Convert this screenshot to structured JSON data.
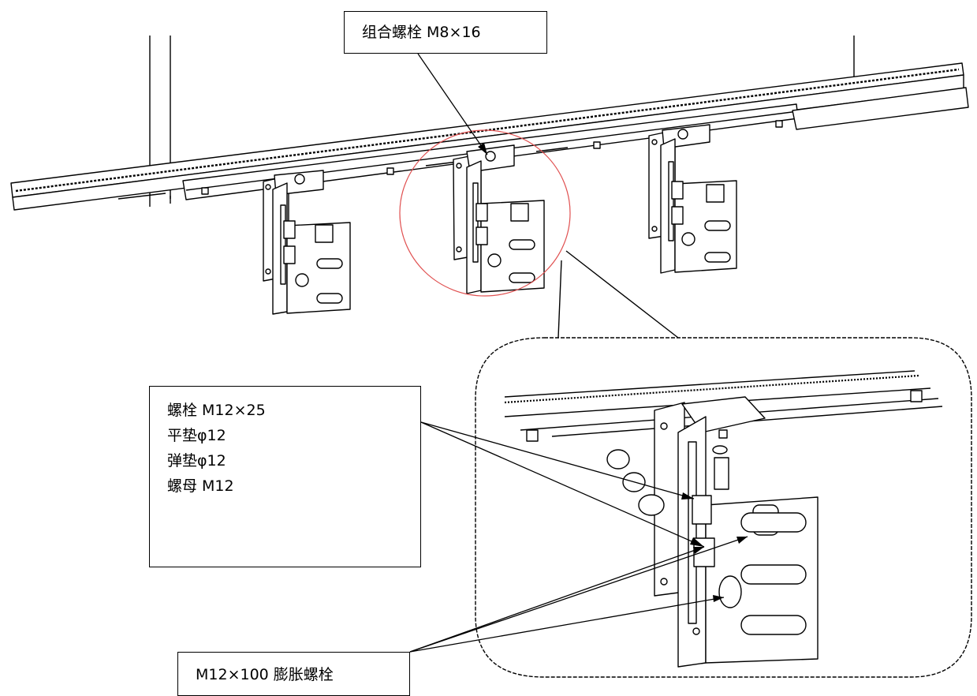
{
  "callouts": {
    "top_bolt": "组合螺栓 M8×16",
    "bolt_set": [
      "螺栓 M12×25",
      "平垫φ12",
      "弹垫φ12",
      "螺母  M12"
    ],
    "expansion_bolt": "M12×100 膨胀螺栓"
  }
}
